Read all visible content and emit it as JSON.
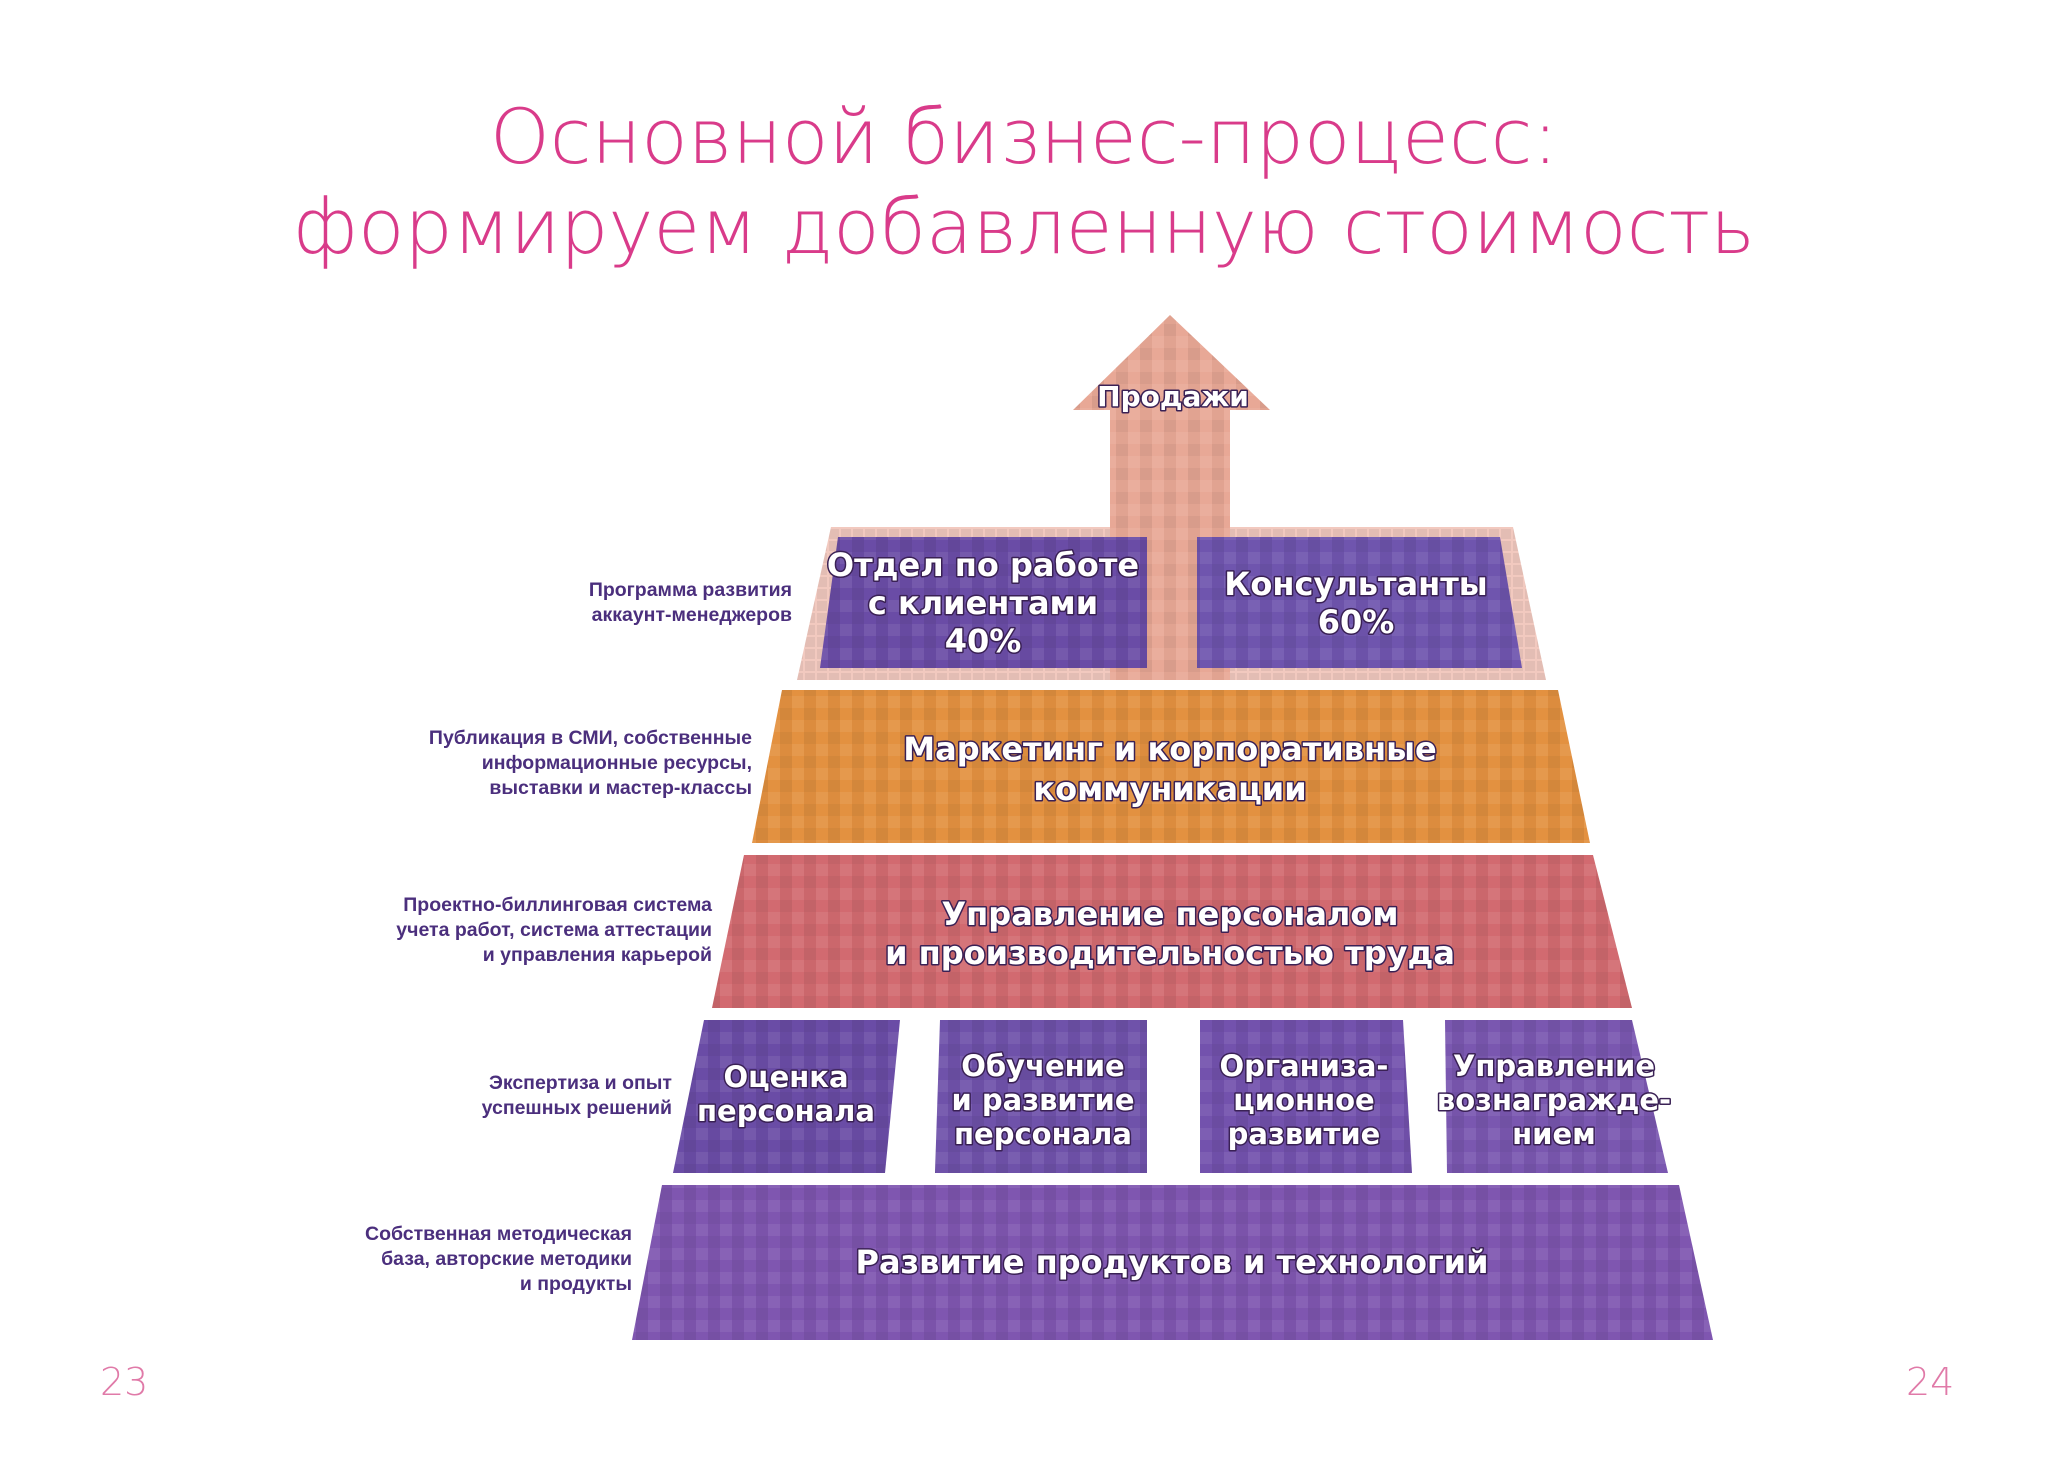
{
  "title": {
    "line1": "Основной бизнес-процесс:",
    "line2": "формируем добавленную стоимость"
  },
  "page_numbers": {
    "left": "23",
    "right": "24"
  },
  "arrow": {
    "label": "Продажи"
  },
  "levels": [
    {
      "side_label": [
        "Программа развития",
        "аккаунт-менеджеров"
      ],
      "blocks": [
        {
          "lines": [
            "Отдел по работе",
            "с клиентами",
            "40%"
          ]
        },
        {
          "lines": [
            "Консультанты",
            "60%"
          ]
        }
      ]
    },
    {
      "side_label": [
        "Публикация в СМИ, собственные",
        "информационные ресурсы,",
        "выставки и мастер-классы"
      ],
      "blocks": [
        {
          "lines": [
            "Маркетинг и корпоративные",
            "коммуникации"
          ]
        }
      ]
    },
    {
      "side_label": [
        "Проектно-биллинговая система",
        "учета работ, система аттестации",
        "и управления карьерой"
      ],
      "blocks": [
        {
          "lines": [
            "Управление персоналом",
            "и производительностью труда"
          ]
        }
      ]
    },
    {
      "side_label": [
        "Экспертиза и опыт",
        "успешных решений"
      ],
      "blocks": [
        {
          "lines": [
            "Оценка",
            "персонала"
          ]
        },
        {
          "lines": [
            "Обучение",
            "и развитие",
            "персонала"
          ]
        },
        {
          "lines": [
            "Организа-",
            "ционное",
            "развитие"
          ]
        },
        {
          "lines": [
            "Управление",
            "вознагражде-",
            "нием"
          ]
        }
      ]
    },
    {
      "side_label": [
        "Собственная методическая",
        "база, авторские методики",
        "и продукты"
      ],
      "blocks": [
        {
          "lines": [
            "Развитие продуктов и технологий"
          ]
        }
      ]
    }
  ],
  "colors": {
    "title": "#d93b8a",
    "side_label": "#4b2f7d",
    "arrow": "#e8a896",
    "purple": "#6a4ca6",
    "orange": "#e39140",
    "red": "#d26a70",
    "bottom_purple": "#7f56b0"
  }
}
